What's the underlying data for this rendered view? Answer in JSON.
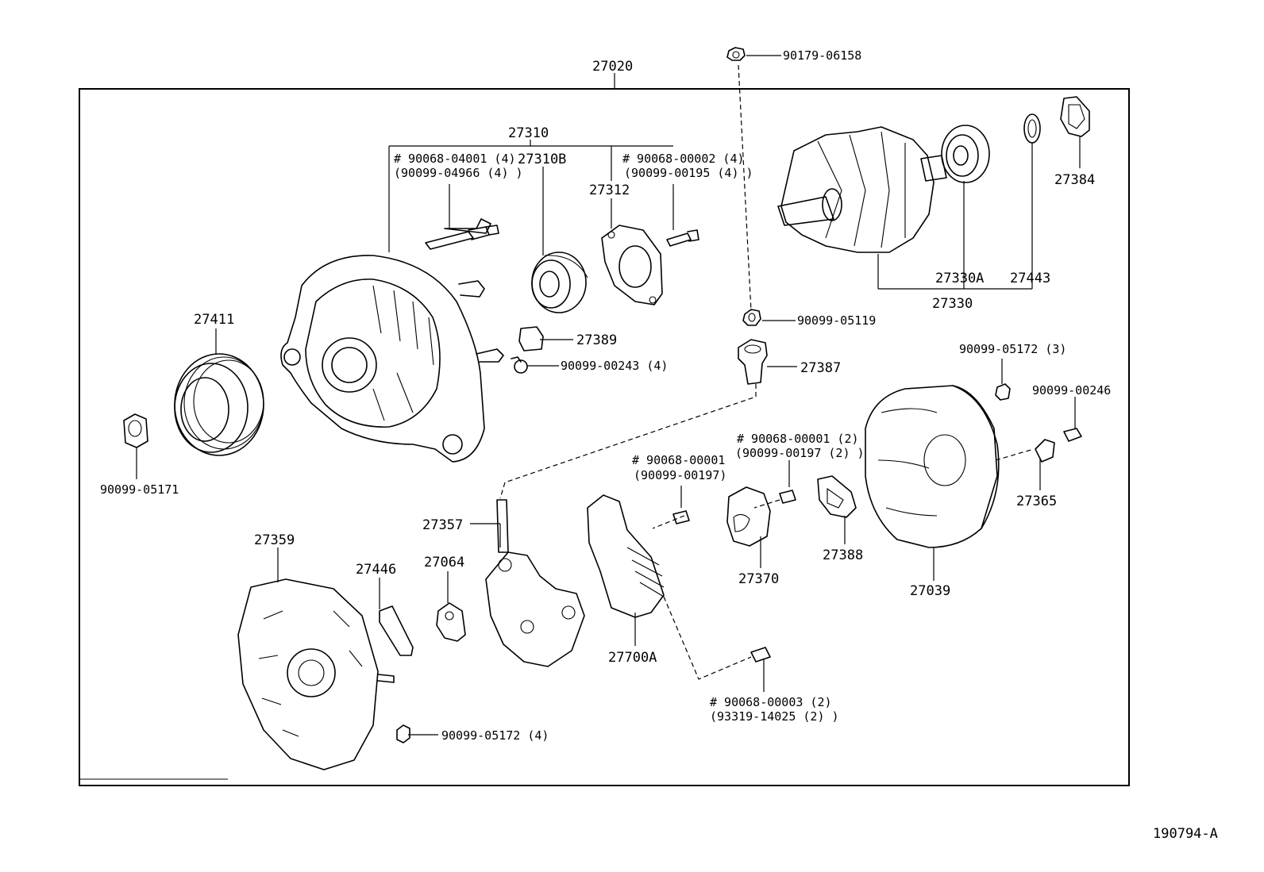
{
  "diagram_id": "190794-A",
  "labels": {
    "assembly": "27020",
    "end_frame": "27310",
    "bolt_ref1_line1": "# 90068-04001 (4)",
    "bolt_ref1_line2": "(90099-04966 (4) )",
    "bearing_27310B": "27310B",
    "retainer_27312": "27312",
    "bolt_ref2_line1": "# 90068-00002 (4)",
    "bolt_ref2_line2": "(90099-00195 (4) )",
    "nut_top": "90179-06158",
    "bearing_27384": "27384",
    "bearing_27330A": "27330A",
    "ring_27443": "27443",
    "rotor_27330": "27330",
    "pulley_27411": "27411",
    "cover_27389": "27389",
    "screw_00243": "90099-00243 (4)",
    "nut_05119": "90099-05119",
    "insulator_27387": "27387",
    "nut_05172_3": "90099-05172 (3)",
    "bolt_00246": "90099-00246",
    "nut_05171": "90099-05171",
    "screw_ref3_line1": "# 90068-00001",
    "screw_ref3_line2": "(90099-00197)",
    "screw_ref4_line1": "# 90068-00001 (2)",
    "screw_ref4_line2": "(90099-00197 (2) )",
    "terminal_27365": "27365",
    "rectifier_27357": "27357",
    "frame_27359": "27359",
    "insulator_27446": "27446",
    "plate_27064": "27064",
    "brush_holder_27370": "27370",
    "cover_27388": "27388",
    "rear_cover_27039": "27039",
    "regulator_27700A": "27700A",
    "screw_ref5_line1": "# 90068-00003 (2)",
    "screw_ref5_line2": "(93319-14025 (2) )",
    "nut_05172_4": "90099-05172 (4)"
  }
}
